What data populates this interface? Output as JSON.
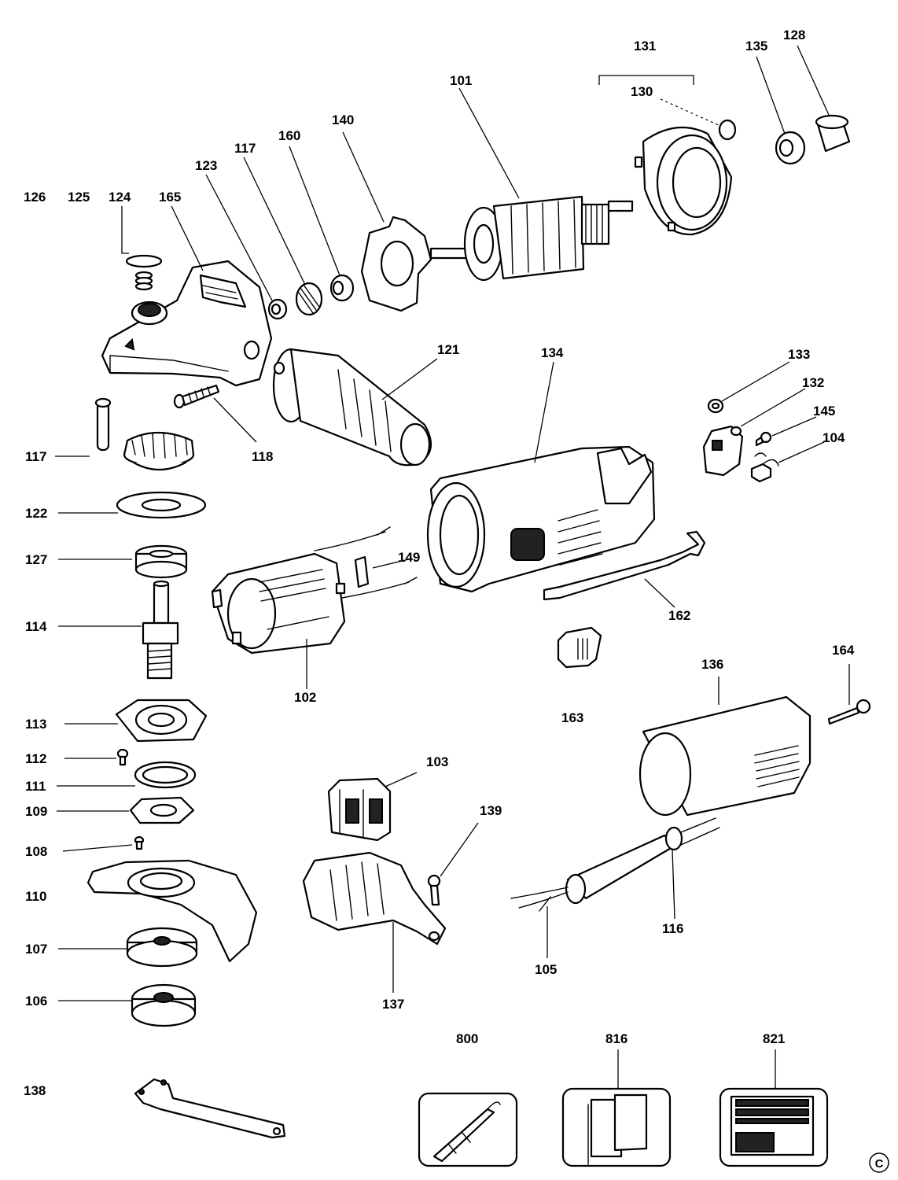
{
  "labels": {
    "l101": "101",
    "l131": "131",
    "l130": "130",
    "l135": "135",
    "l128": "128",
    "l140": "140",
    "l160": "160",
    "l117a": "117",
    "l123": "123",
    "l126": "126",
    "l125": "125",
    "l124": "124",
    "l165": "165",
    "l121": "121",
    "l134": "134",
    "l133": "133",
    "l132": "132",
    "l145": "145",
    "l104": "104",
    "l117b": "117",
    "l118": "118",
    "l122": "122",
    "l127": "127",
    "l149": "149",
    "l114": "114",
    "l162": "162",
    "l102": "102",
    "l163": "163",
    "l164": "164",
    "l136": "136",
    "l113": "113",
    "l112": "112",
    "l111": "111",
    "l103": "103",
    "l109": "109",
    "l139": "139",
    "l108": "108",
    "l110": "110",
    "l116": "116",
    "l107": "107",
    "l105": "105",
    "l106": "106",
    "l137": "137",
    "l800": "800",
    "l816": "816",
    "l821": "821",
    "l138": "138"
  },
  "copyright": "C"
}
